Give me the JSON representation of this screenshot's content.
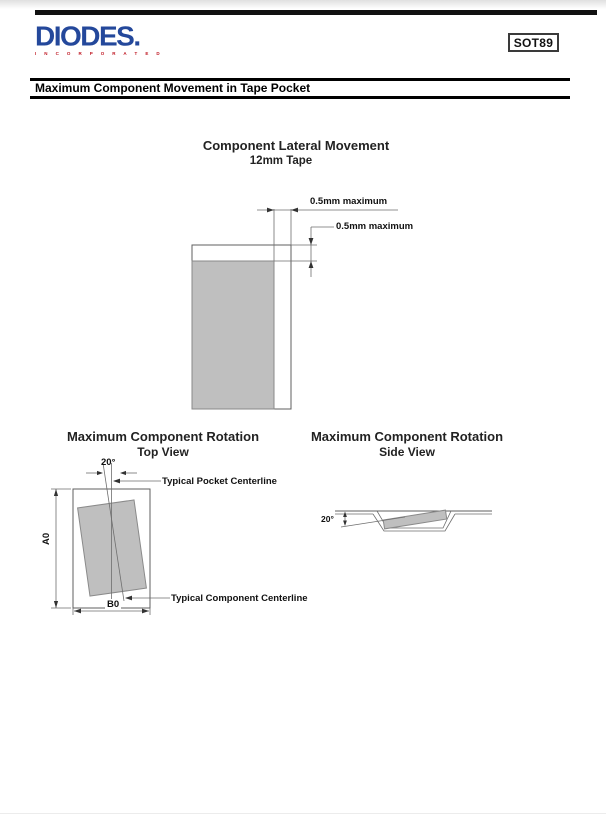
{
  "page": {
    "logo_brand": "DIODES.",
    "logo_sub": "I N C O R P O R A T E D",
    "package_badge": "SOT89",
    "section_title": "Maximum Component Movement in Tape Pocket"
  },
  "lateral": {
    "title": "Component Lateral Movement",
    "subtitle": "12mm Tape",
    "dim_right": "0.5mm maximum",
    "dim_top": "0.5mm maximum"
  },
  "top_view": {
    "title": "Maximum Component Rotation",
    "subtitle": "Top View",
    "angle": "20°",
    "a0_label": "A0",
    "b0_label": "B0",
    "pocket_centerline_label": "Typical Pocket Centerline",
    "component_centerline_label": "Typical Component Centerline"
  },
  "side_view": {
    "title": "Maximum Component Rotation",
    "subtitle": "Side View",
    "angle": "20°"
  },
  "colors": {
    "component_fill": "#bfbfbf",
    "diagram_line": "#5f5f5f",
    "logo_blue": "#24489b",
    "logo_red": "#bf1722",
    "rule_black": "#000000"
  }
}
